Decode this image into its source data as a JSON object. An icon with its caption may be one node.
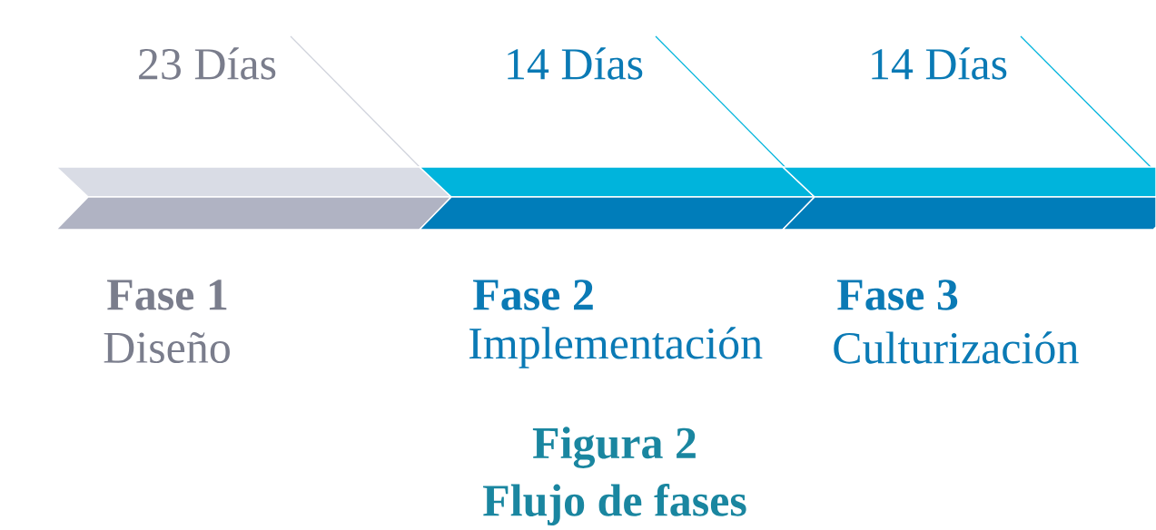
{
  "diagram": {
    "title": "Figura 2",
    "caption": "Flujo de fases",
    "nodes": [
      {
        "text": [
          "Fase 1",
          "Diseño"
        ],
        "beside": [
          "23 Días"
        ]
      },
      {
        "text": [
          "Fase 2",
          "Implementación"
        ],
        "beside": [
          "14 Días"
        ]
      },
      {
        "text": [
          "Fase 3",
          "Culturización"
        ],
        "beside": [
          "14 Días"
        ]
      }
    ]
  }
}
